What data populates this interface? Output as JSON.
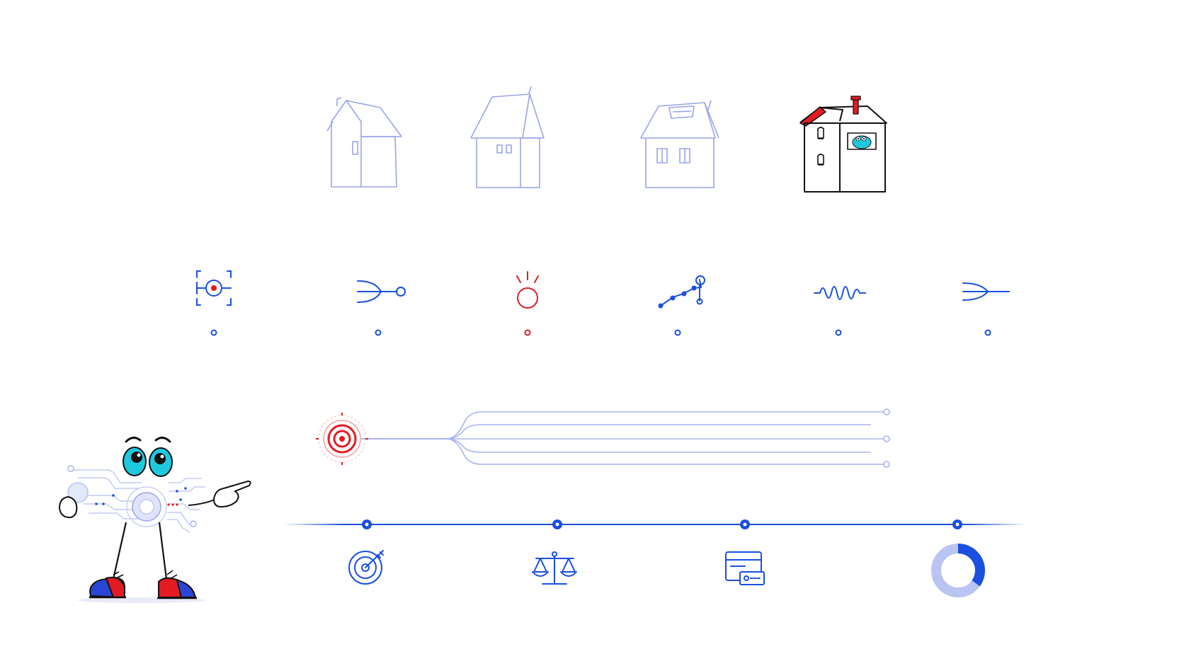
{
  "scene": {
    "background": "#ffffff",
    "colors": {
      "accent_blue": "#1a4fe0",
      "accent_red": "#e31b23",
      "sketch_lavender": "#9aa4e8",
      "ink": "#111111",
      "eye_cyan": "#1ec9e0",
      "donut_light": "#b9c4f2"
    },
    "houses": [
      {
        "name": "house-sketch-1",
        "style": "faded"
      },
      {
        "name": "house-sketch-2",
        "style": "faded"
      },
      {
        "name": "house-sketch-3",
        "style": "faded"
      },
      {
        "name": "house-sketch-4",
        "style": "highlighted"
      }
    ],
    "icon_row": [
      {
        "icon": "focus-target-icon",
        "color": "#1a4fe0"
      },
      {
        "icon": "merge-node-icon",
        "color": "#1a4fe0"
      },
      {
        "icon": "idea-spark-icon",
        "color": "#e31b23"
      },
      {
        "icon": "growth-path-icon",
        "color": "#1a4fe0"
      },
      {
        "icon": "signal-wave-icon",
        "color": "#1a4fe0"
      },
      {
        "icon": "converge-arrow-icon",
        "color": "#1a4fe0"
      }
    ],
    "branch_lines": {
      "count": 5,
      "source_icon": "radar-target-icon"
    },
    "timeline": [
      {
        "icon": "target-dart-icon"
      },
      {
        "icon": "balance-scale-icon"
      },
      {
        "icon": "payment-card-icon"
      },
      {
        "icon": "donut-chart-icon"
      }
    ],
    "donut_value": 0.35,
    "mascot": {
      "name": "cartoon-mascot",
      "pointing": "right"
    }
  }
}
